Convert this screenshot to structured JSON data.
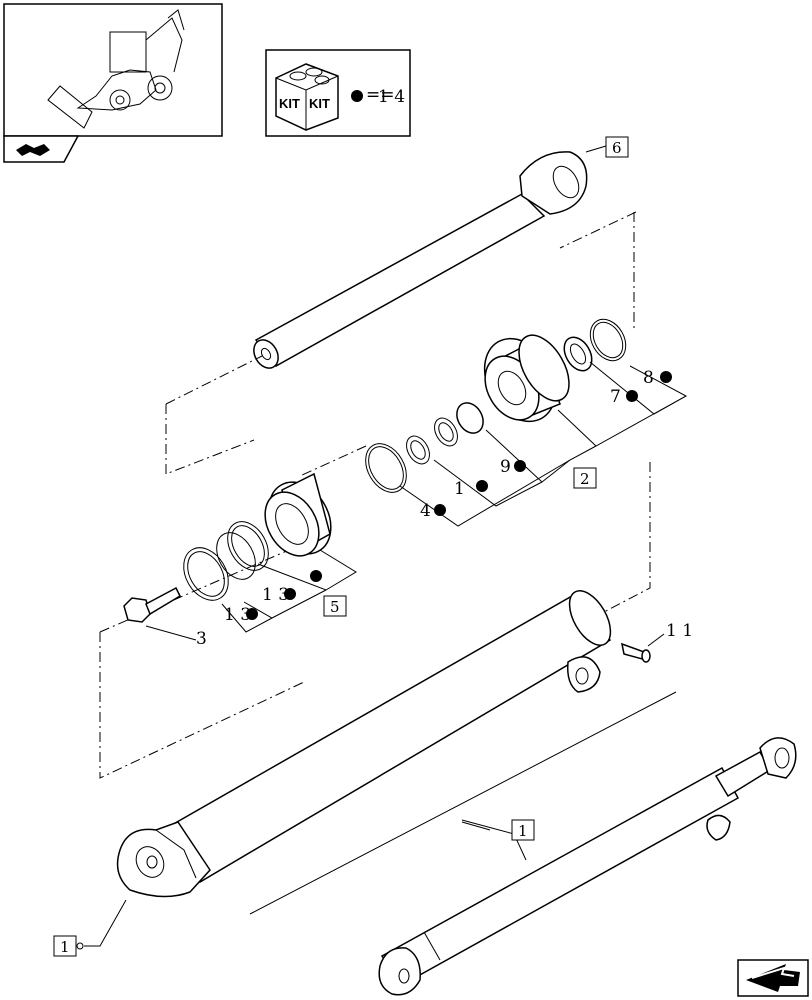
{
  "kit_legend": {
    "kit_word": "KIT",
    "symbol": "●",
    "suffix": "1 4"
  },
  "callouts": {
    "c1": "1",
    "c2": "2",
    "c3": "3",
    "c4": "4",
    "c5": "5",
    "c6": "6",
    "c7": "7",
    "c8": "8",
    "c9": "9",
    "c10": "1",
    "c11": "1 1",
    "c12": "1 3",
    "c13": "1 3",
    "c1b": "1"
  },
  "icons": {
    "thumbnail": "backhoe-loader-thumbnail",
    "nav_prev": "previous-page-arrow-icon",
    "nav_next": "next-page-arrow-icon"
  }
}
